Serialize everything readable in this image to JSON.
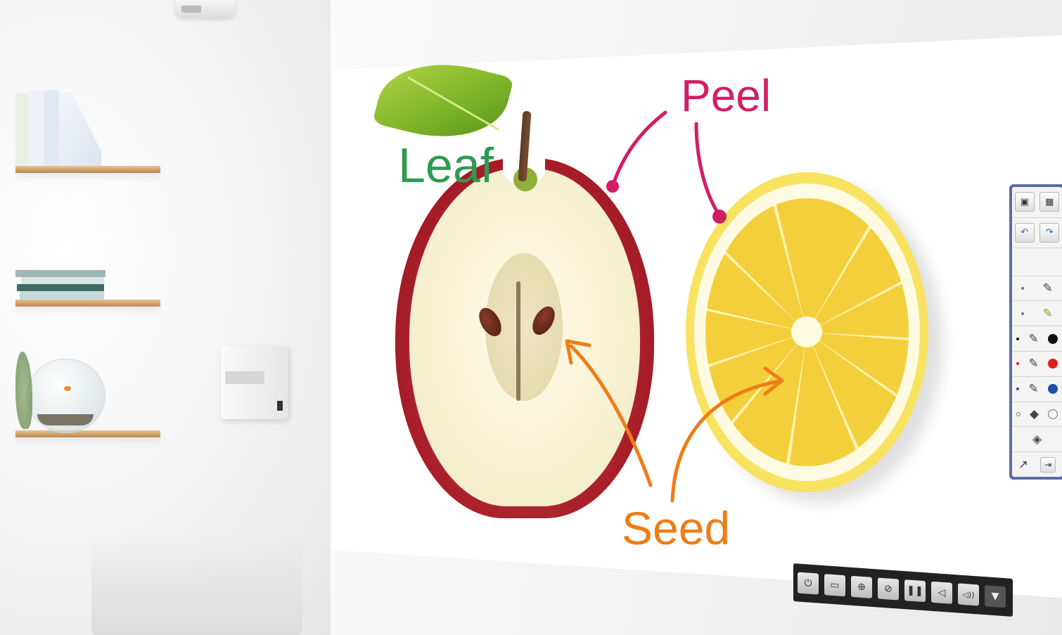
{
  "labels": {
    "leaf": "Leaf",
    "peel": "Peel",
    "seed": "Seed"
  },
  "colors": {
    "leaf_label": "#2f9a50",
    "peel_label": "#d21e67",
    "seed_label": "#ee7d17",
    "toolbar_frame": "#5a6ea6",
    "pen_black": "#111111",
    "pen_red": "#e01e1e",
    "pen_blue": "#1f4fa8"
  },
  "side_toolbar": {
    "icons": [
      "display-mode-icon",
      "whiteboard-icon",
      "undo-icon",
      "redo-icon",
      "highlighter-icon",
      "green-highlighter-icon",
      "black-pen-icon",
      "red-pen-icon",
      "blue-pen-icon",
      "eraser-icon",
      "clear-icon",
      "pointer-icon",
      "exit-icon"
    ],
    "glyphs": {
      "display": "▣",
      "whiteboard": "▦",
      "undo": "↶",
      "redo": "↷",
      "highlighter": "✎",
      "pen": "✎",
      "eraser": "◆",
      "clear": "◈",
      "pointer": "↗",
      "exit": "⇥"
    }
  },
  "bottom_bar": {
    "icons": [
      "power-icon",
      "source-icon",
      "zoom-icon",
      "freeze-icon",
      "pause-icon",
      "volume-down-icon",
      "volume-up-icon",
      "menu-down-icon"
    ],
    "glyphs": [
      "⏻",
      "▭",
      "⊕",
      "⊘",
      "❚❚",
      "◁",
      "◁))",
      "▼"
    ]
  }
}
